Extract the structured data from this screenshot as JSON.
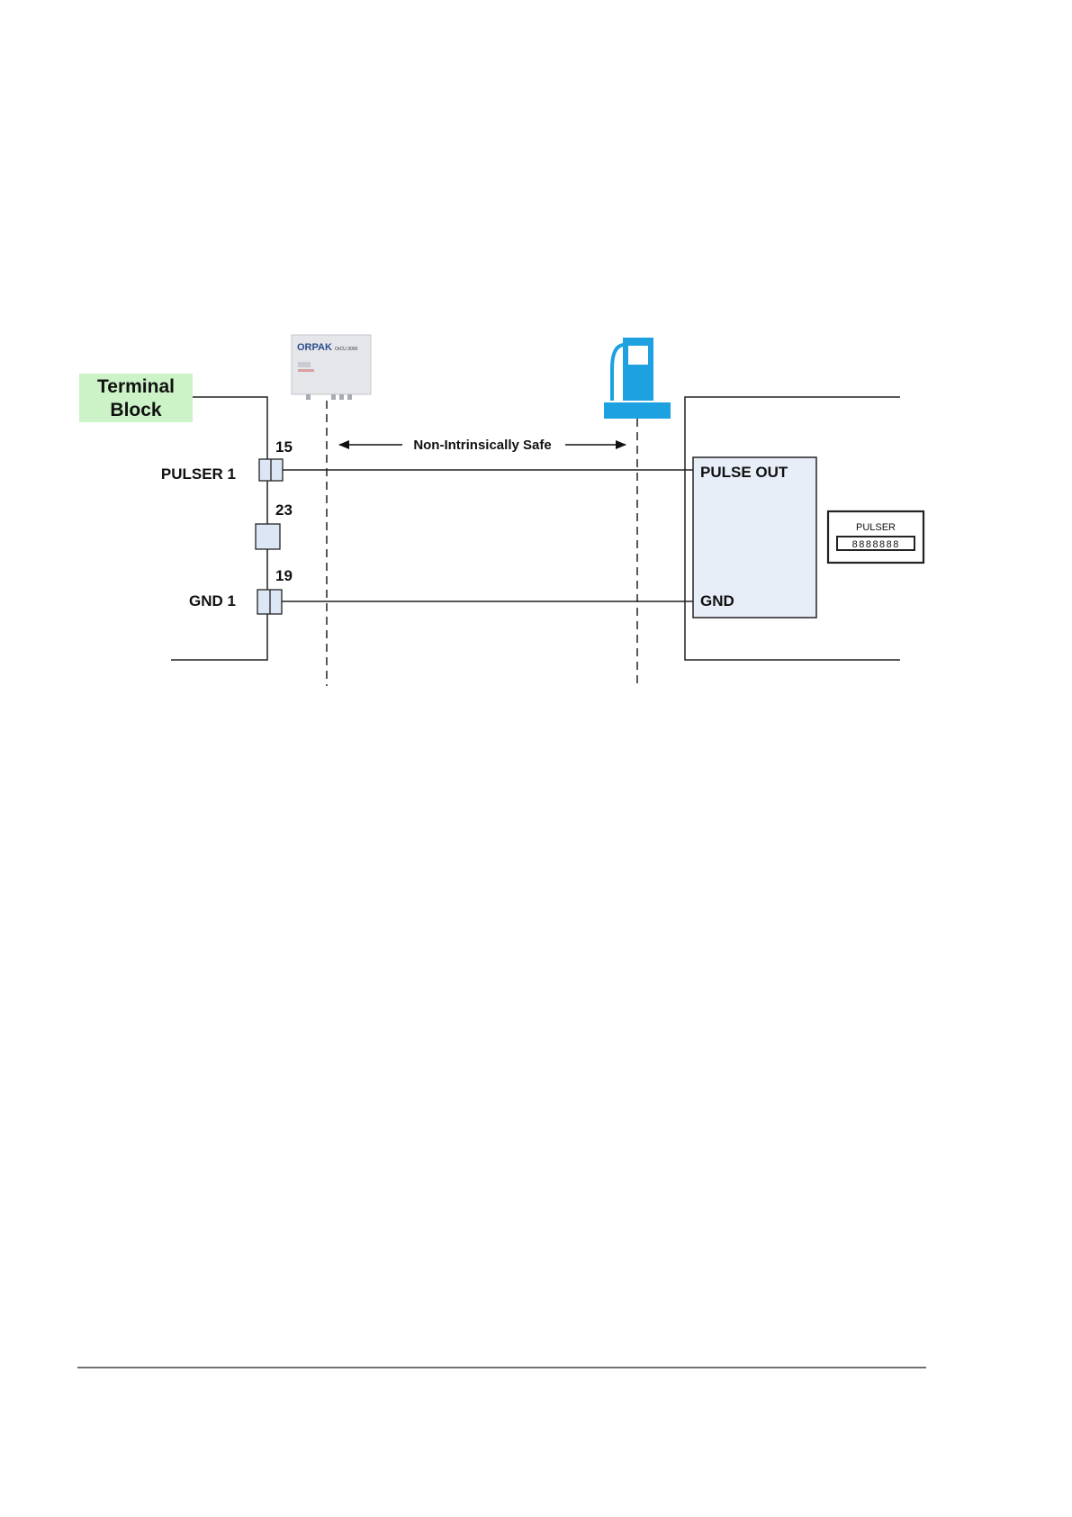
{
  "diagram": {
    "terminal_block": {
      "line1": "Terminal",
      "line2": "Block"
    },
    "controller": {
      "brand": "ORPAK",
      "model": "OrCU 3000"
    },
    "zone_label": "Non-Intrinsically Safe",
    "pins": [
      {
        "number": "15",
        "signal": "PULSER 1"
      },
      {
        "number": "23",
        "signal": ""
      },
      {
        "number": "19",
        "signal": "GND 1"
      }
    ],
    "dispenser": {
      "pulse_out_label": "PULSE OUT",
      "gnd_label": "GND"
    },
    "pulser_unit": {
      "title": "PULSER",
      "display": "8888888"
    }
  },
  "colors": {
    "terminal_block_fill": "#ccf2c8",
    "connector_fill": "#dde6f5",
    "dispenser_box_fill": "#e8eef8",
    "pump_blue": "#1da1e0",
    "controller_gray": "#e4e6ea"
  }
}
